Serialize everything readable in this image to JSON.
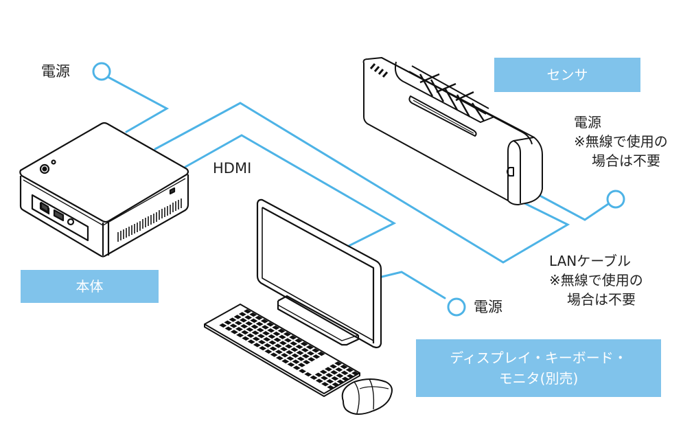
{
  "colors": {
    "accent_line": "#4db3e6",
    "label_box": "#80c3eb",
    "label_box_text": "#ffffff",
    "text": "#222222",
    "device_stroke": "#111111"
  },
  "devices": {
    "main_unit": {
      "label": "本体",
      "icon": "mini-pc-icon"
    },
    "sensor": {
      "label": "センサ",
      "icon": "sensor-icon"
    },
    "peripherals": {
      "label_line1": "ディスプレイ・キーボード・",
      "label_line2": "モニタ(別売)",
      "icon": "monitor-keyboard-mouse-icon"
    }
  },
  "connections": {
    "main_power": {
      "label": "電源"
    },
    "hdmi": {
      "label": "HDMI"
    },
    "sensor_power": {
      "label": "電源",
      "note_line1": "※無線で使用の",
      "note_line2": "場合は不要"
    },
    "lan": {
      "label": "LANケーブル",
      "note_line1": "※無線で使用の",
      "note_line2": "場合は不要"
    },
    "monitor_power": {
      "label": "電源"
    }
  }
}
